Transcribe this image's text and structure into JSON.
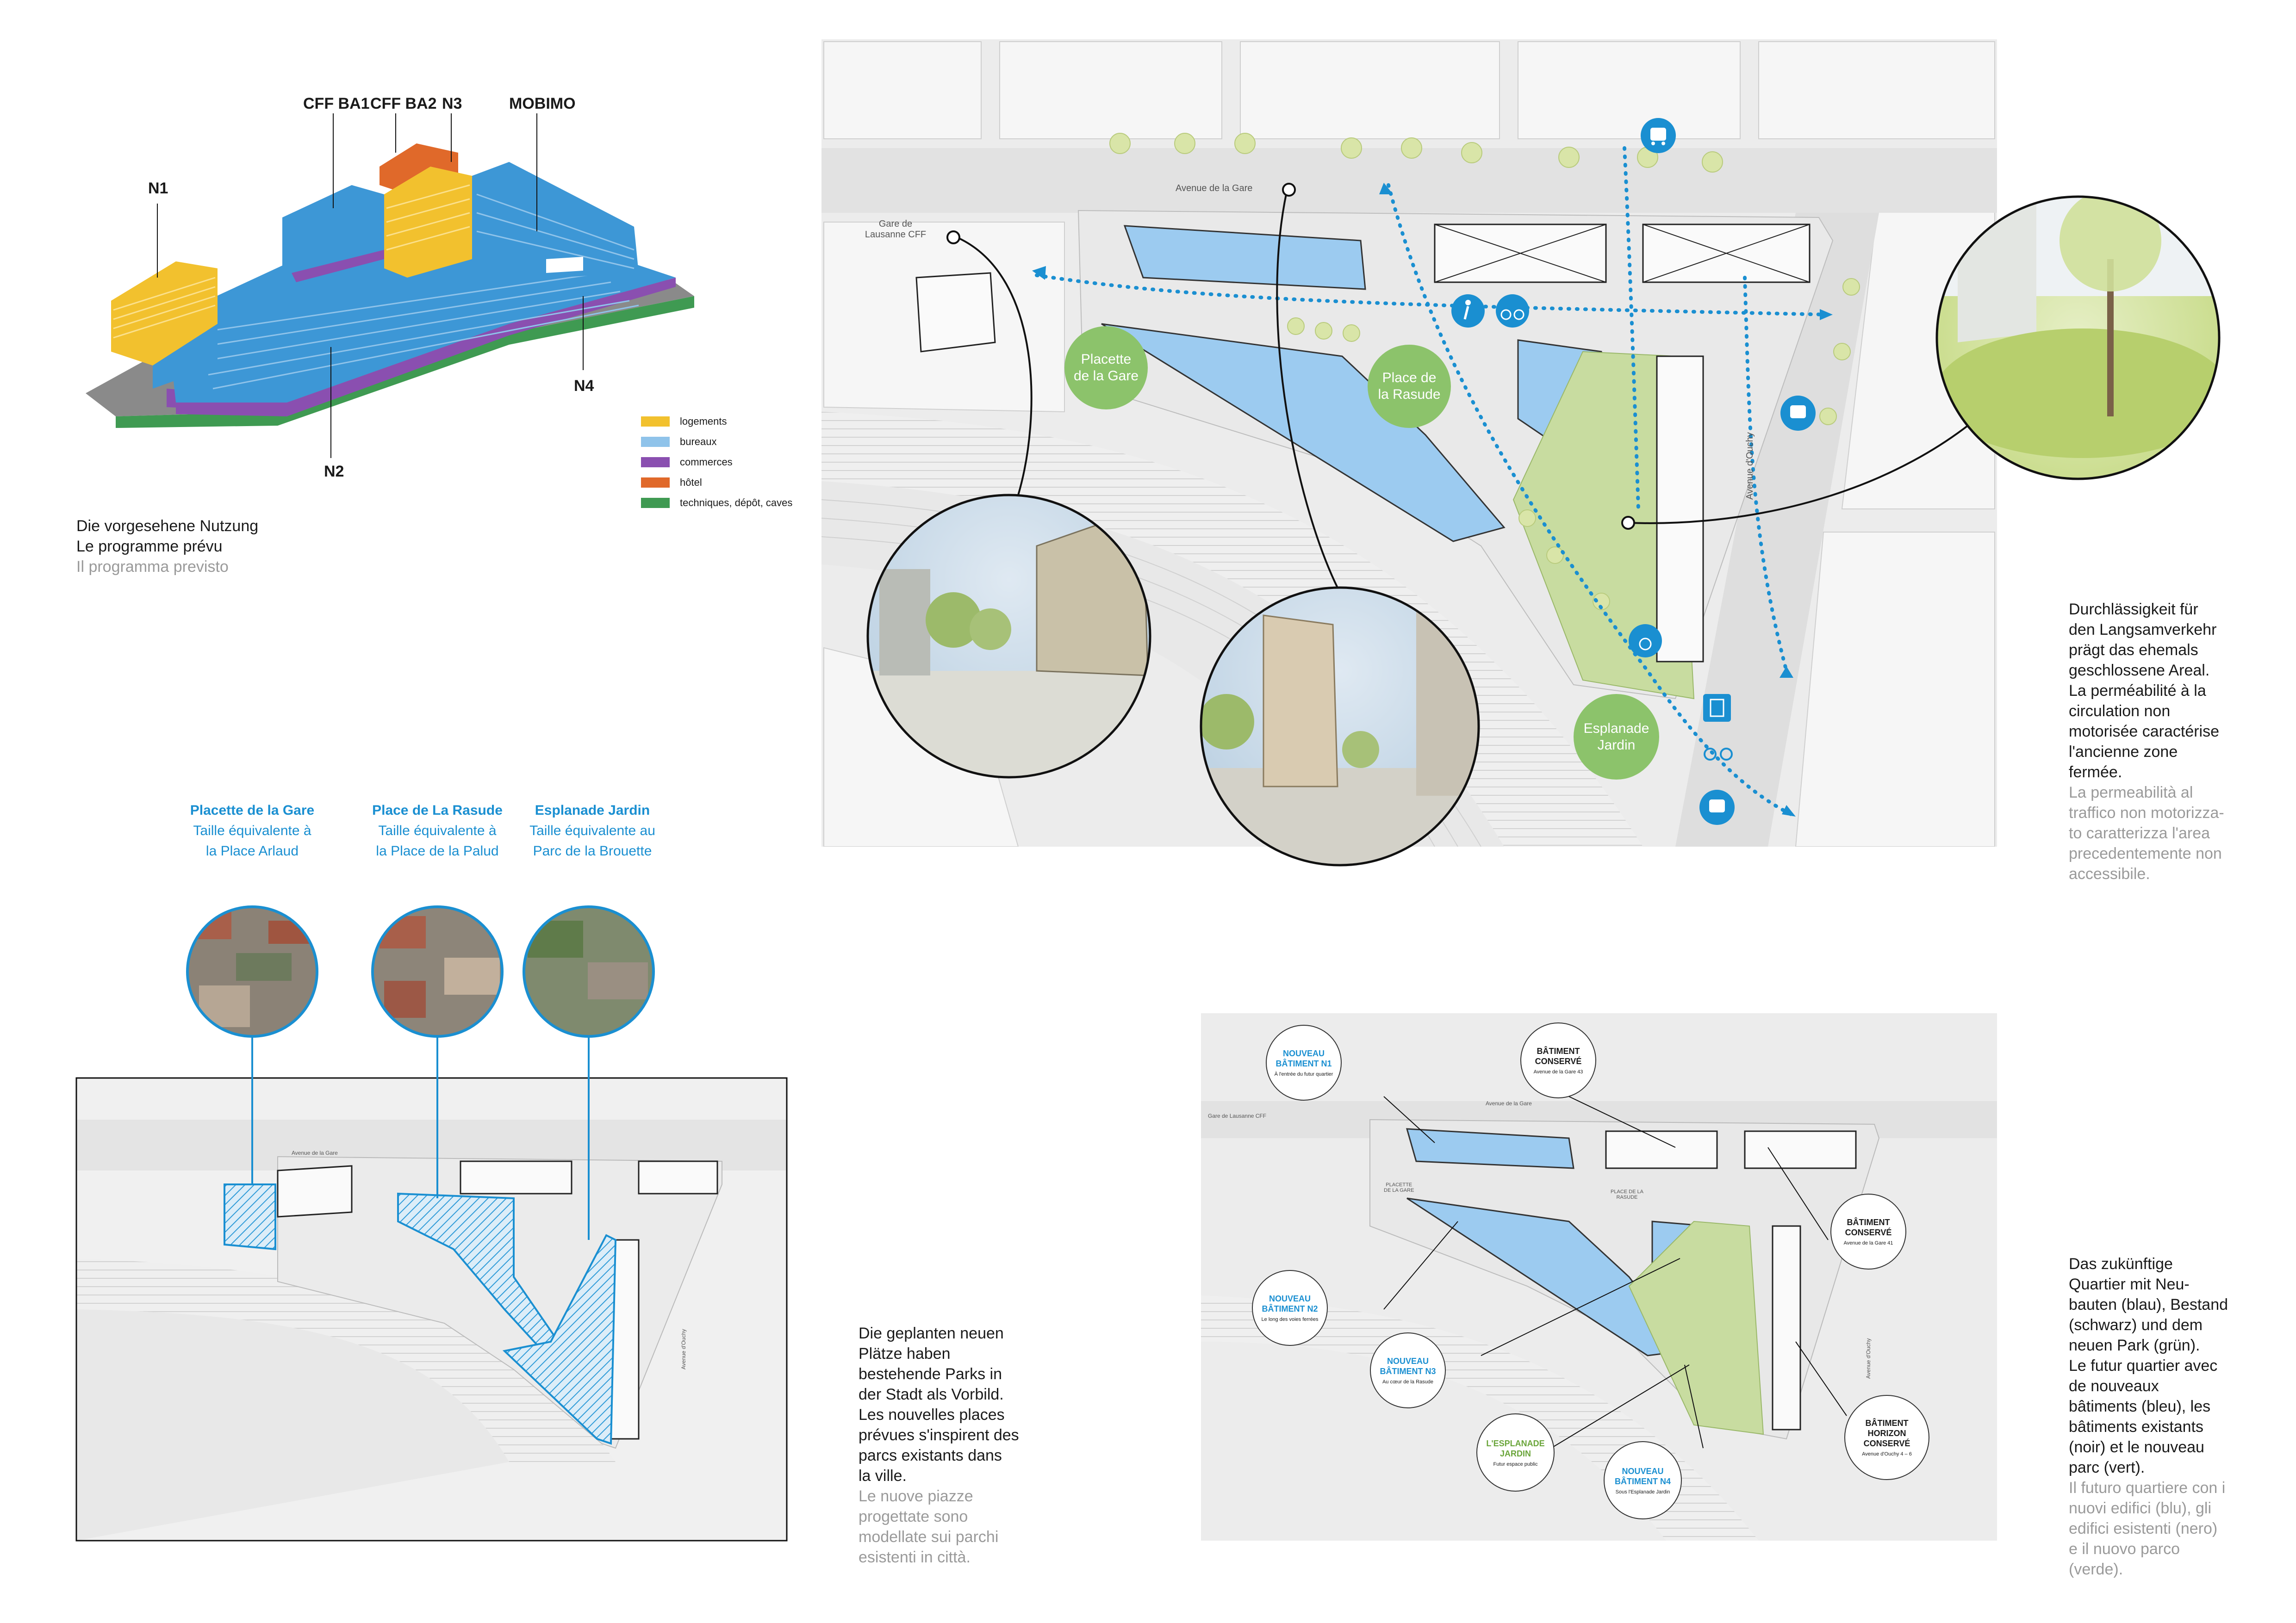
{
  "volume_diagram": {
    "labels": {
      "n1": "N1",
      "cff_ba1": "CFF BA1",
      "cff_ba2": "CFF BA2",
      "n3": "N3",
      "mobimo": "MOBIMO",
      "n2": "N2",
      "n4": "N4"
    },
    "legend": [
      {
        "label": "logements",
        "color": "#f2c12e"
      },
      {
        "label": "bureaux",
        "color": "#8fc3ea"
      },
      {
        "label": "commerces",
        "color": "#8a4fb0"
      },
      {
        "label": "hôtel",
        "color": "#e0692a"
      },
      {
        "label": "techniques, dépôt, caves",
        "color": "#3f9a52"
      }
    ],
    "caption": {
      "de": "Die vorgesehene Nutzung",
      "fr": "Le programme prévu",
      "it": "Il programma previsto"
    }
  },
  "main_plan": {
    "street_labels": {
      "gare_avenue": "Avenue de la Gare",
      "gare_lausanne_1": "Gare de",
      "gare_lausanne_2": "Lausanne CFF",
      "ouchy": "Avenue d'Ouchy"
    },
    "bubbles": {
      "placette": [
        "Placette",
        "de la Gare"
      ],
      "rasude": [
        "Place de",
        "la Rasude"
      ],
      "esplanade": [
        "Esplanade",
        "Jardin"
      ]
    },
    "caption": {
      "de": [
        "Durchlässigkeit für",
        "den Langsamverkehr",
        "prägt das ehemals",
        "geschlossene Areal."
      ],
      "fr": [
        "La perméabilité à la",
        "circulation non",
        "motorisée caractérise",
        "l'ancienne zone",
        "fermée."
      ],
      "it": [
        "La permeabilità al",
        "traffico non motorizza-",
        "to caratterizza l'area",
        "precedentemente non",
        "accessibile."
      ]
    }
  },
  "parks": {
    "items": [
      {
        "title": "Placette de la Gare",
        "l1": "Taille équivalente à",
        "l2": "la Place Arlaud"
      },
      {
        "title": "Place de La Rasude",
        "l1": "Taille équivalente à",
        "l2": "la Place de la Palud"
      },
      {
        "title": "Esplanade Jardin",
        "l1": "Taille équivalente au",
        "l2": "Parc de la Brouette"
      }
    ],
    "map_text": {
      "gare_avenue": "Avenue de la Gare",
      "ouchy": "Avenue d'Ouchy"
    },
    "caption": {
      "de": [
        "Die geplanten neuen",
        "Plätze haben",
        "bestehende Parks in",
        "der Stadt als Vorbild."
      ],
      "fr": [
        "Les nouvelles places",
        "prévues s'inspirent des",
        "parcs existants dans",
        "la ville."
      ],
      "it": [
        "Le nuove piazze",
        "progettate sono",
        "modellate sui parchi",
        "esistenti in città."
      ]
    }
  },
  "bottom_plan": {
    "map_text": {
      "gare_avenue": "Avenue de la Gare",
      "gare_lausanne": "Gare de Lausanne CFF",
      "placette_1": "PLACETTE",
      "placette_2": "DE LA GARE",
      "rasude_1": "PLACE DE LA",
      "rasude_2": "RASUDE",
      "ouchy": "Avenue d'Ouchy"
    },
    "rings": {
      "n1": {
        "t1": "NOUVEAU",
        "t2": "BÂTIMENT N1",
        "s": "À l'entrée du futur quartier"
      },
      "conserve_top": {
        "t1": "BÂTIMENT",
        "t2": "CONSERVÉ",
        "s": "Avenue de la Gare 43"
      },
      "conserve_right": {
        "t1": "BÂTIMENT",
        "t2": "CONSERVÉ",
        "s": "Avenue de la Gare 41"
      },
      "n2": {
        "t1": "NOUVEAU",
        "t2": "BÂTIMENT N2",
        "s": "Le long des voies ferrées"
      },
      "n3": {
        "t1": "NOUVEAU",
        "t2": "BÂTIMENT N3",
        "s": "Au cœur de la Rasude"
      },
      "esplanade": {
        "t1": "L'ESPLANADE",
        "t2": "JARDIN",
        "s": "Futur espace public"
      },
      "n4": {
        "t1": "NOUVEAU",
        "t2": "BÂTIMENT N4",
        "s": "Sous l'Esplanade Jardin"
      },
      "horizon": {
        "t1": "BÂTIMENT",
        "t2": "HORIZON",
        "t3": "CONSERVÉ",
        "s": "Avenue d'Ouchy 4 – 6"
      }
    },
    "caption": {
      "de": [
        "Das zukünftige",
        "Quartier mit Neu-",
        "bauten (blau), Bestand",
        "(schwarz) und dem",
        "neuen Park (grün)."
      ],
      "fr": [
        "Le futur quartier avec",
        "de nouveaux",
        "bâtiments (bleu), les",
        "bâtiments existants",
        "(noir) et le nouveau",
        "parc (vert)."
      ],
      "it": [
        "Il futuro quartiere con i",
        "nuovi edifici (blu), gli",
        "edifici esistenti (nero)",
        "e il nuovo parco",
        "(verde)."
      ]
    }
  }
}
